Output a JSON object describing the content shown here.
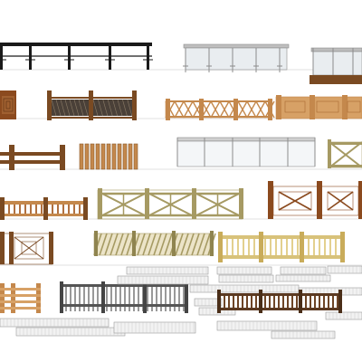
{
  "colors": {
    "background": "#ffffff",
    "ground_shadow": "#e6e6e6",
    "black_metal": "#1a1a1a",
    "steel_gray": "#8c8c8c",
    "glass": "#e9edf0",
    "light_wood": "#d7a166",
    "mid_wood": "#c4884c",
    "dark_wood": "#7a4a22",
    "olive_wood": "#a69a63",
    "tan_wood": "#d8c27a",
    "brown_red": "#8b4a1e",
    "plan_lines": "#9a9a9a"
  },
  "rows": [
    {
      "row": 1,
      "items": [
        "black-metal-rail",
        "steel-glass-rail",
        "steel-glass-rail-wood-base"
      ]
    },
    {
      "row": 2,
      "items": [
        "carved-wood-panel",
        "lattice-panel-fence",
        "diagonal-lattice-fence",
        "orange-wood-fence"
      ]
    },
    {
      "row": 3,
      "items": [
        "simple-rail-fence",
        "picket-screen",
        "glass-panel-rail",
        "cross-braced-fence"
      ]
    },
    {
      "row": 4,
      "items": [
        "baluster-fence",
        "olive-x-brace-fence",
        "brown-x-brace-fence"
      ]
    },
    {
      "row": 5,
      "items": [
        "square-motif-fence",
        "diagonal-slat-fence",
        "tan-baluster-fence"
      ]
    },
    {
      "row": 6,
      "items": [
        "low-plank-fence",
        "iron-picket-fence",
        "plan-view-sheets",
        "dark-baluster-fence"
      ]
    }
  ]
}
